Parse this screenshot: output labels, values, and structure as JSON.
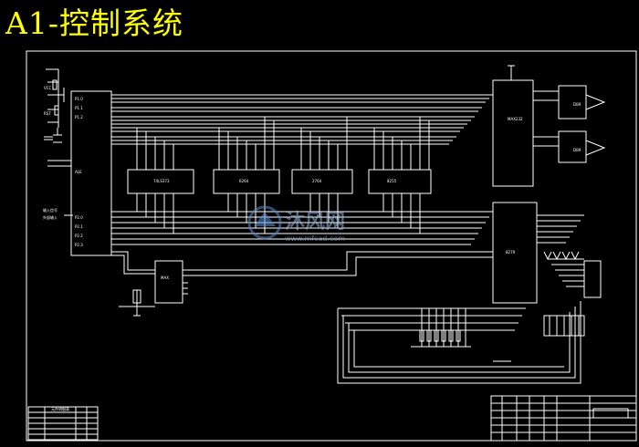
{
  "title": "A1-控制系统",
  "watermark": {
    "name": "沐风网",
    "url": "www.mfcad.com"
  },
  "colors": {
    "background": "#000000",
    "lines": "#ffffff",
    "title": "#ffff00"
  },
  "title_block": {
    "table_header": "元件明细表"
  }
}
